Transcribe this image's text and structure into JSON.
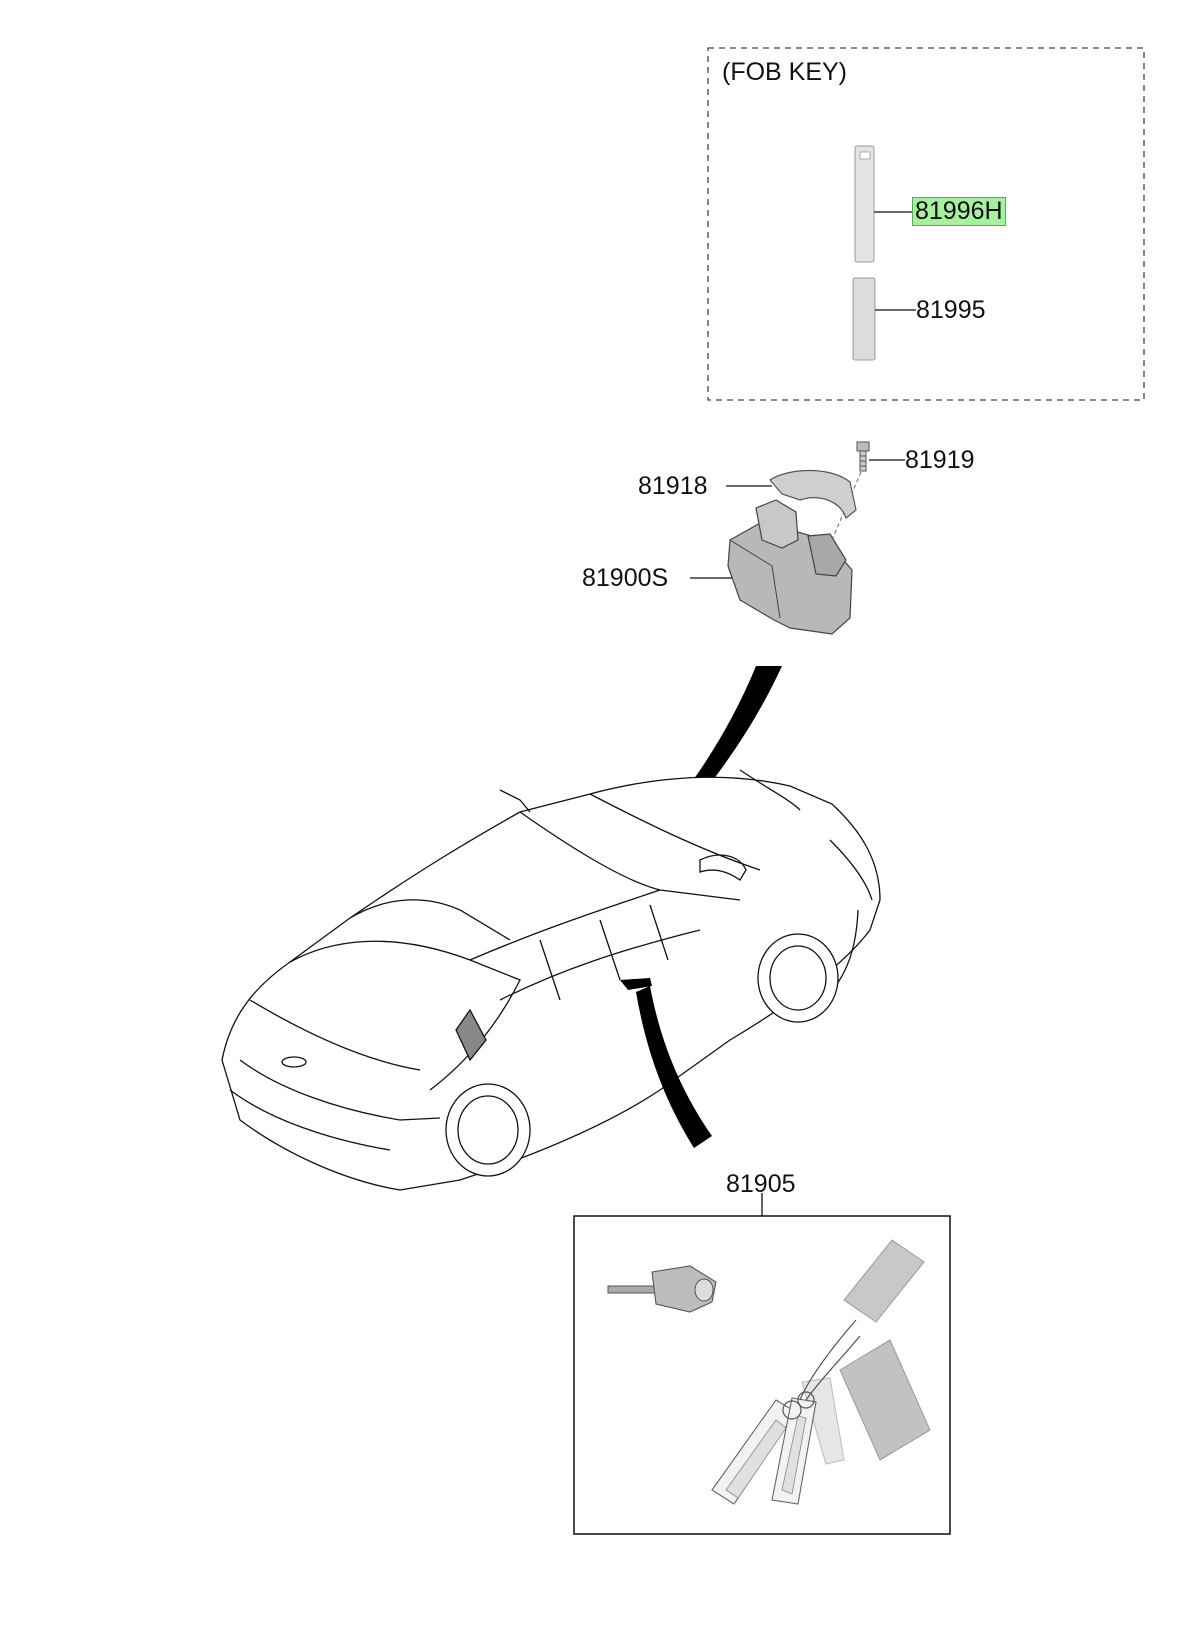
{
  "fob_key_box": {
    "title": "(FOB KEY)"
  },
  "parts": {
    "p81996H": {
      "number": "81996H",
      "highlighted": true,
      "highlight_color": "#a8f0a0"
    },
    "p81995": {
      "number": "81995"
    },
    "p81919": {
      "number": "81919"
    },
    "p81918": {
      "number": "81918"
    },
    "p81900S": {
      "number": "81900S"
    },
    "p81905": {
      "number": "81905"
    }
  }
}
